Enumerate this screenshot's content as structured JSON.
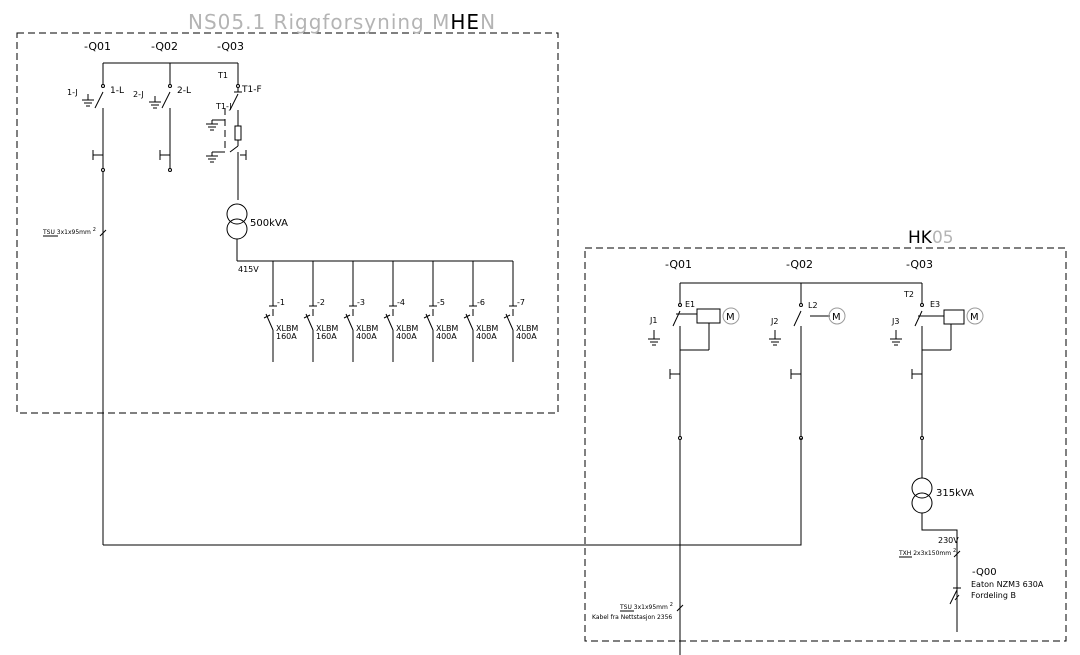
{
  "left_panel": {
    "title_gray": "NS05.1 Riggforsyning M",
    "title_black": "HE",
    "title_gray2": "N",
    "breakers": [
      "-Q01",
      "-Q02",
      "-Q03"
    ],
    "switch_labels": [
      "1-L",
      "2-L",
      "T1-F"
    ],
    "earth_labels": [
      "1-J",
      "2-J",
      "T1-J"
    ],
    "trafo_tag": "T1",
    "trafo_rating": "500kVA",
    "secondary_voltage": "415V",
    "cable_label": "TSU 3x1x95mm",
    "cable_sup": "2",
    "outgoing": [
      {
        "id": "-1",
        "type": "XLBM",
        "rating": "160A"
      },
      {
        "id": "-2",
        "type": "XLBM",
        "rating": "160A"
      },
      {
        "id": "-3",
        "type": "XLBM",
        "rating": "400A"
      },
      {
        "id": "-4",
        "type": "XLBM",
        "rating": "400A"
      },
      {
        "id": "-5",
        "type": "XLBM",
        "rating": "400A"
      },
      {
        "id": "-6",
        "type": "XLBM",
        "rating": "400A"
      },
      {
        "id": "-7",
        "type": "XLBM",
        "rating": "400A"
      }
    ]
  },
  "right_panel": {
    "title_black": "HK",
    "title_gray": "05",
    "breakers": [
      "-Q01",
      "-Q02",
      "-Q03"
    ],
    "switch_labels": [
      "E1",
      "L2",
      "E3"
    ],
    "earth_labels": [
      "J1",
      "J2",
      "J3"
    ],
    "motor_symbol": "M",
    "trafo_tag": "T2",
    "trafo_rating": "315kVA",
    "secondary_voltage": "230V",
    "cable_out": "TXH 2x3x150mm",
    "cable_out_sup": "2",
    "breaker_q00": "-Q00",
    "breaker_q00_desc1": "Eaton NZM3 630A",
    "breaker_q00_desc2": "Fordeling B",
    "cable_in": "TSU 3x1x95mm",
    "cable_in_sup": "2",
    "cable_in_desc": "Kabel fra Nettstasjon 2356"
  }
}
